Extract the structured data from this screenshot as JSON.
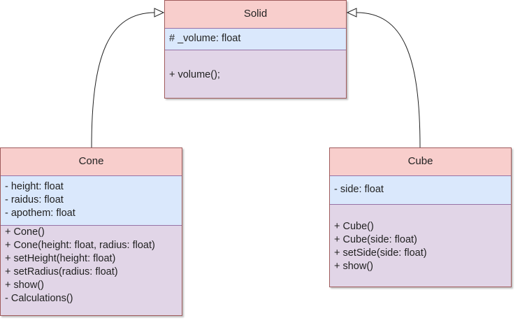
{
  "classes": {
    "solid": {
      "name": "Solid",
      "attributes": [
        "# _volume: float"
      ],
      "methods": [
        "+ volume();"
      ]
    },
    "cone": {
      "name": "Cone",
      "attributes": [
        "- height: float",
        "- raidus: float",
        "- apothem: float"
      ],
      "methods": [
        "+ Cone()",
        "+ Cone(height: float, radius: float)",
        "+ setHeight(height: float)",
        "+ setRadius(radius: float)",
        "+ show()",
        "- Calculations()"
      ]
    },
    "cube": {
      "name": "Cube",
      "attributes": [
        "- side: float"
      ],
      "methods": [
        "+ Cube()",
        "+ Cube(side: float)",
        "+ setSide(side: float)",
        "+ show()"
      ]
    }
  },
  "relations": [
    {
      "from": "Cone",
      "to": "Solid",
      "type": "inheritance"
    },
    {
      "from": "Cube",
      "to": "Solid",
      "type": "inheritance"
    }
  ],
  "colors": {
    "header_fill": "#f8cecc",
    "header_border": "#b85450",
    "attributes_fill": "#dae8fc",
    "methods_fill": "#e1d5e7",
    "divider": "#9673a6"
  }
}
